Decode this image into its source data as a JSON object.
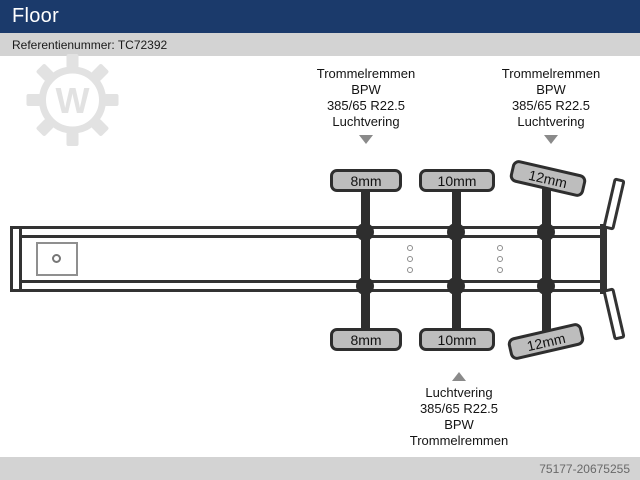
{
  "colors": {
    "header_bg": "#1b3a6b",
    "header_text": "#ffffff",
    "bar_bg": "#d3d3d3",
    "diagram_ink": "#333333",
    "axle_label_bg": "#bdbdbd",
    "arrow": "#8a8a8a",
    "watermark": "#e2e2e2",
    "footer_text": "#696969"
  },
  "header": {
    "title": "Floor"
  },
  "reference_bar": {
    "text": "Referentienummer: TC72392"
  },
  "annotations": {
    "top_left": {
      "lines": [
        "Trommelremmen",
        "BPW",
        "385/65 R22.5",
        "Luchtvering"
      ]
    },
    "top_right": {
      "lines": [
        "Trommelremmen",
        "BPW",
        "385/65 R22.5",
        "Luchtvering"
      ]
    },
    "bottom": {
      "lines": [
        "Luchtvering",
        "385/65 R22.5",
        "BPW",
        "Trommelremmen"
      ]
    }
  },
  "axles": {
    "top_labels": [
      "8mm",
      "10mm",
      "12mm"
    ],
    "bottom_labels": [
      "8mm",
      "10mm",
      "12mm"
    ]
  },
  "footer": {
    "listing_id": "75177-20675255"
  }
}
